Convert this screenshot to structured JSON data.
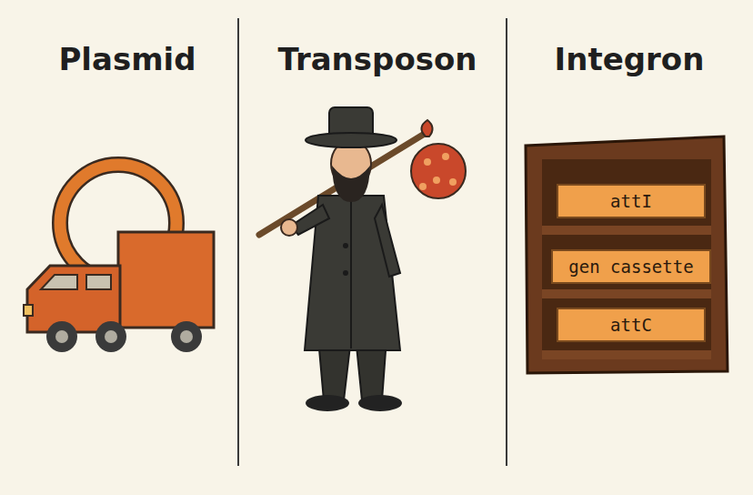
{
  "diagram": {
    "nodes": [
      {
        "text": [
          "attI"
        ]
      },
      {
        "text": [
          "gen cassette"
        ]
      },
      {
        "text": [
          "attC"
        ]
      }
    ],
    "labels": [
      "Plasmid",
      "Transposon",
      "Integron"
    ]
  }
}
